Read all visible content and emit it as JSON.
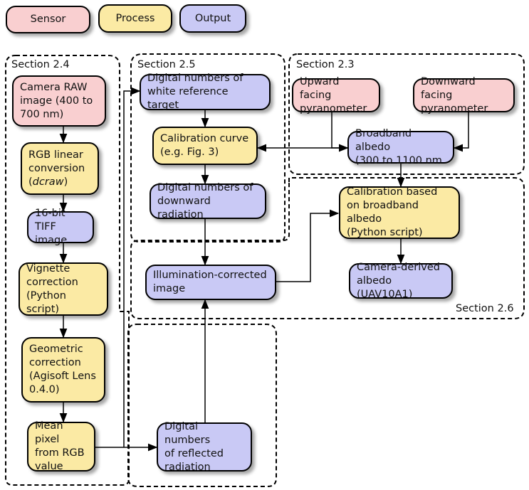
{
  "legend": {
    "sensor": "Sensor",
    "process": "Process",
    "output": "Output"
  },
  "sections": {
    "s24": "Section 2.4",
    "s25": "Section 2.5",
    "s23": "Section 2.3",
    "s26": "Section 2.6"
  },
  "nodes": {
    "camera_raw": "Camera RAW\nimage (400 to\n700 nm)",
    "rgb_linear_a": "RGB linear\nconversion\n(",
    "rgb_linear_italic": "dcraw",
    "rgb_linear_b": ")",
    "tiff": "16-bit TIFF\nimage",
    "vignette": "Vignette\ncorrection\n(Python script)",
    "geometric": "Geometric\ncorrection\n(Agisoft Lens\n0.4.0)",
    "mean_pixel": "Mean pixel\nfrom RGB\nvalue",
    "dn_white": "Digital numbers of\nwhite reference target",
    "calib_curve": "Calibration curve\n(e.g. Fig. 3)",
    "dn_down": "Digital numbers of\ndownward radiation",
    "upward": "Upward facing\npyranometer",
    "downward": "Downward facing\npyranometer",
    "broadband": "Broadband albedo\n(300 to 1100 nm",
    "calib_broadband": "Calibration based\non broadband albedo\n(Python script)",
    "camera_albedo": "Camera-derived\nalbedo (UAV10A1)",
    "illum": "Illumination-corrected\nimage",
    "dn_reflected": "Digital numbers\nof reflected\nradiation"
  }
}
